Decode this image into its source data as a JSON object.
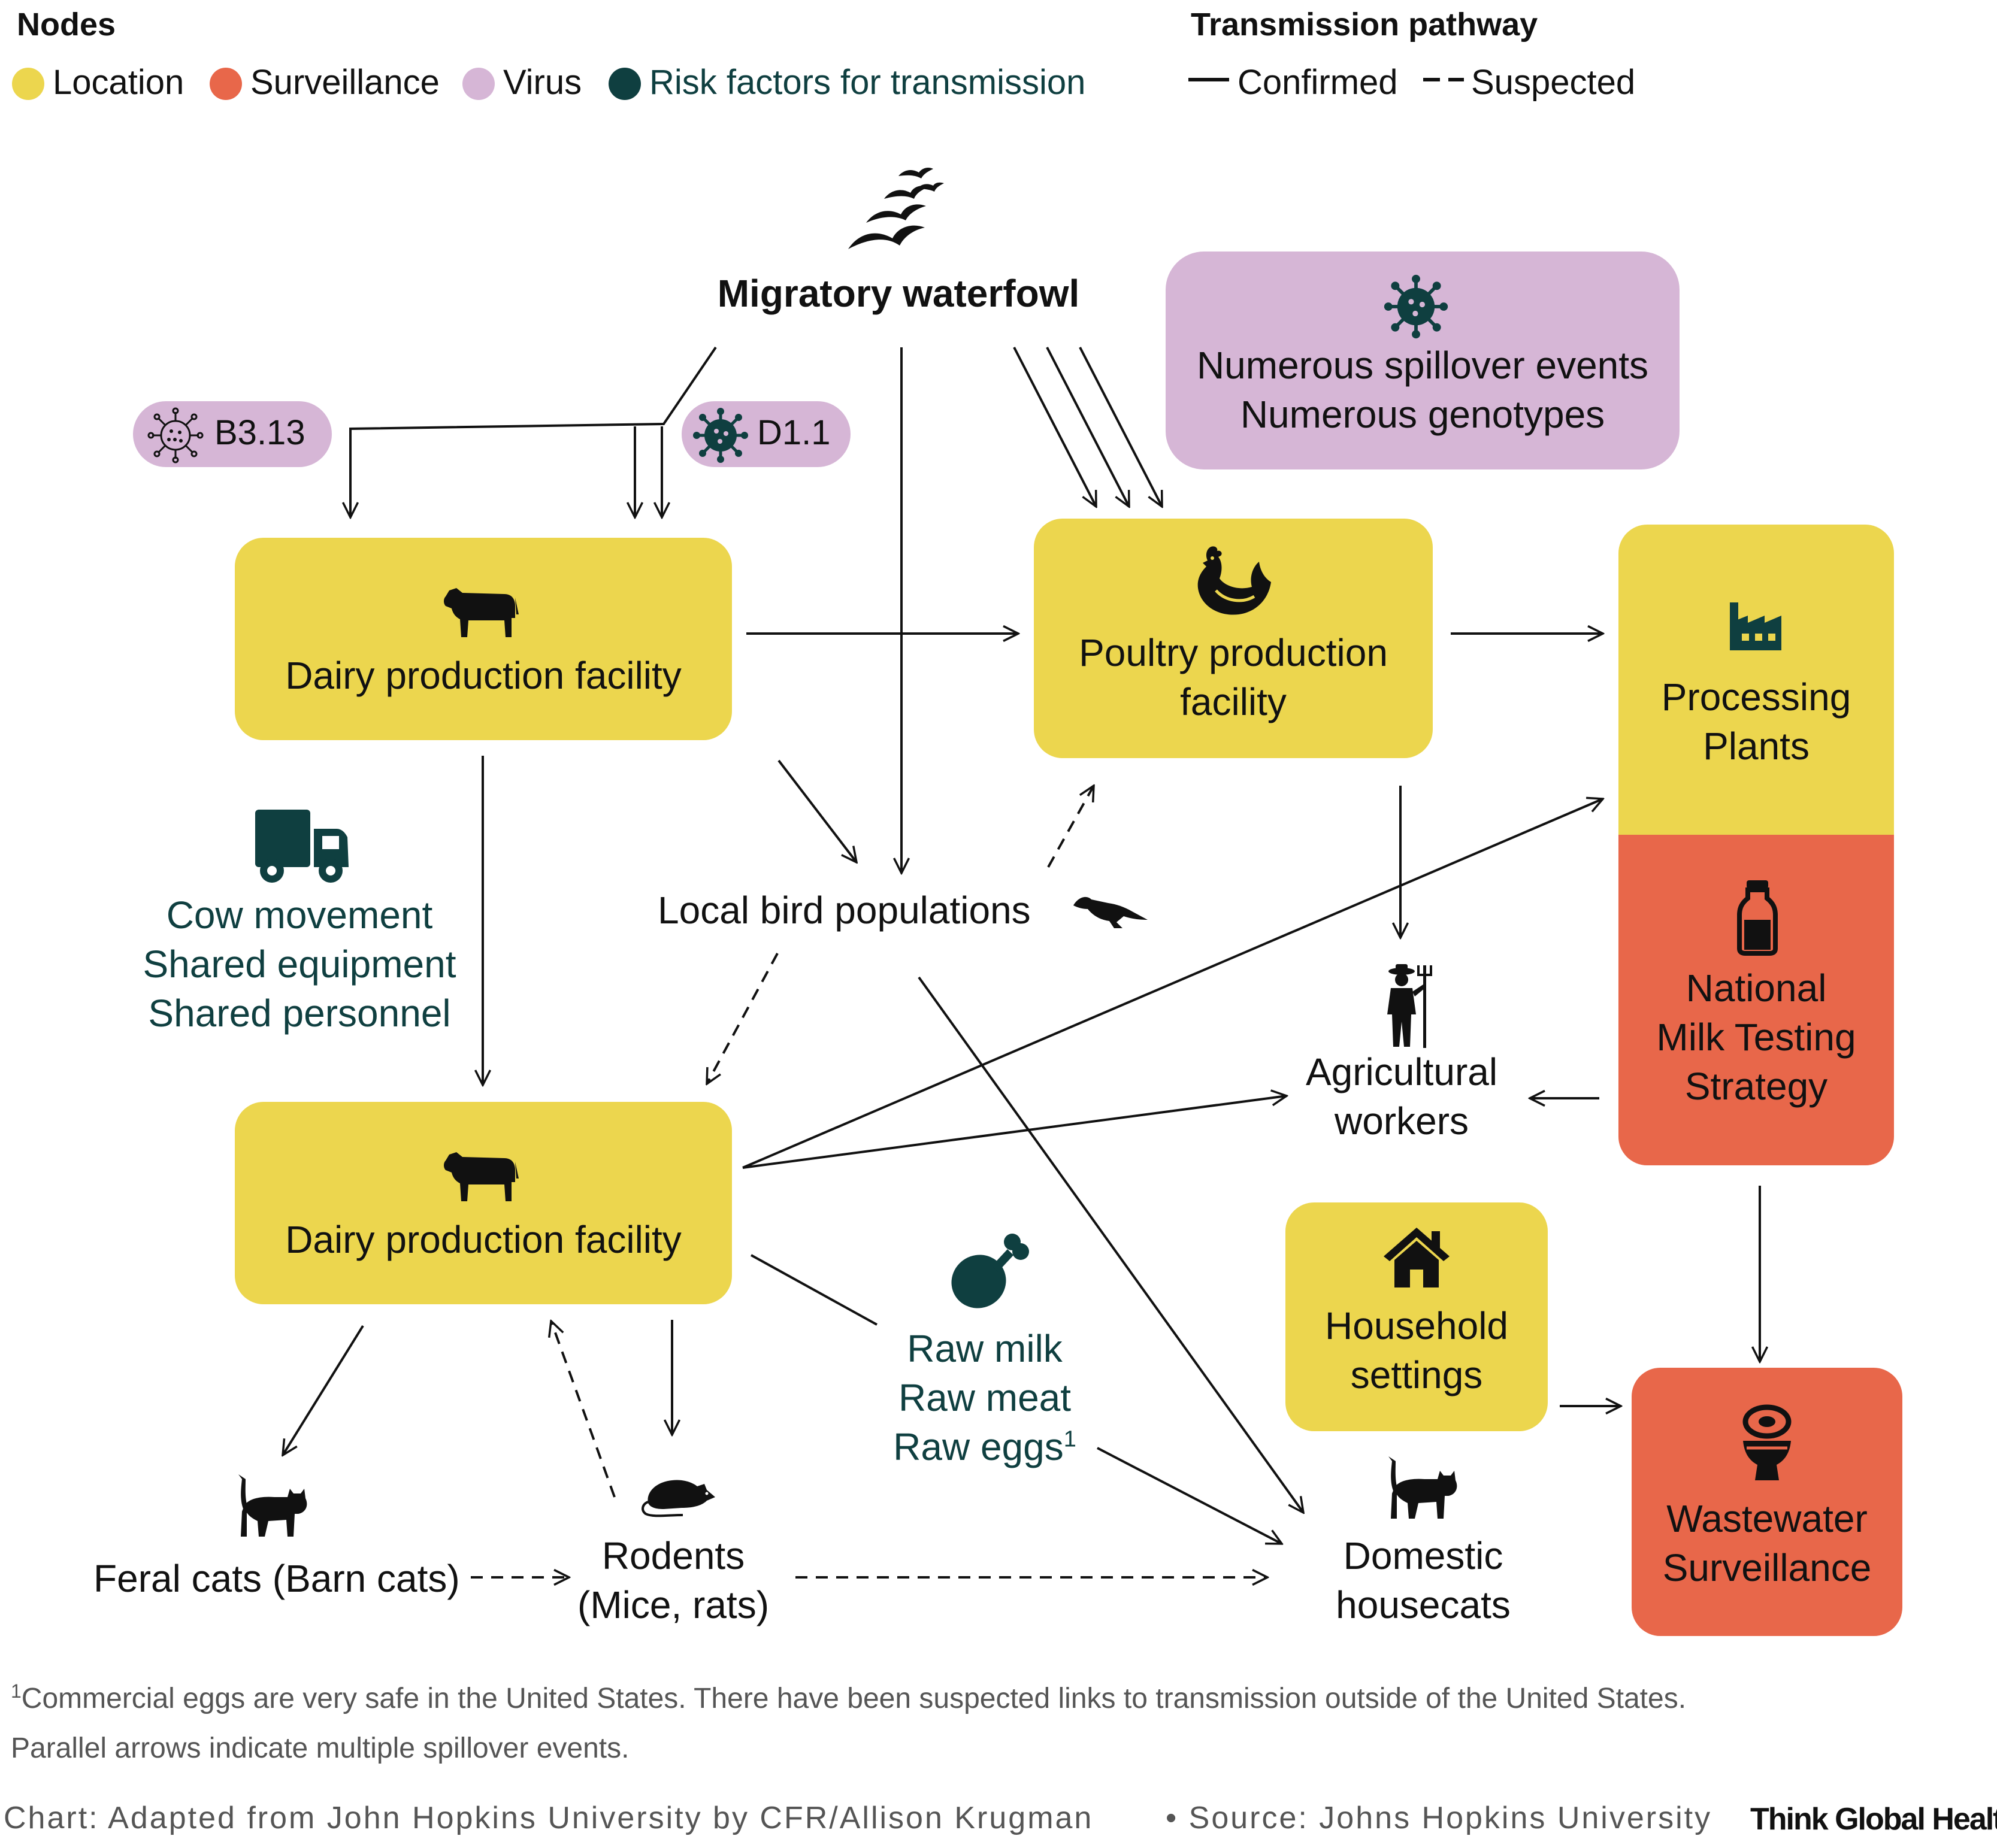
{
  "legend": {
    "nodes_title": "Nodes",
    "nodes": [
      {
        "label": "Location",
        "color": "#ecd64e"
      },
      {
        "label": "Surveillance",
        "color": "#e8674a"
      },
      {
        "label": "Virus",
        "color": "#d6b6d6"
      },
      {
        "label": "Risk factors for transmission",
        "color": "#0f3f40"
      }
    ],
    "pathway_title": "Transmission pathway",
    "pathways": [
      {
        "label": "Confirmed",
        "style": "solid"
      },
      {
        "label": "Suspected",
        "style": "dashed"
      }
    ]
  },
  "nodes": {
    "waterfowl": "Migratory waterfowl",
    "b313": "B3.13",
    "d11": "D1.1",
    "spillover_line1": "Numerous spillover events",
    "spillover_line2": "Numerous genotypes",
    "dairy_top": "Dairy production facility",
    "poultry_line1": "Poultry production",
    "poultry_line2": "facility",
    "processing_line1": "Processing",
    "processing_line2": "Plants",
    "milk_line1": "National",
    "milk_line2": "Milk Testing",
    "milk_line3": "Strategy",
    "local_birds": "Local bird populations",
    "ag_line1": "Agricultural",
    "ag_line2": "workers",
    "dairy_bottom": "Dairy production facility",
    "household_line1": "Household",
    "household_line2": "settings",
    "feral_cats": "Feral cats (Barn cats)",
    "rodents_line1": "Rodents",
    "rodents_line2": "(Mice, rats)",
    "housecats_line1": "Domestic",
    "housecats_line2": "housecats",
    "wastewater_line1": "Wastewater",
    "wastewater_line2": "Surveillance"
  },
  "risk_factors": {
    "movement_line1": "Cow movement",
    "movement_line2": "Shared equipment",
    "movement_line3": "Shared personnel",
    "raw_line1": "Raw milk",
    "raw_line2": "Raw meat",
    "raw_line3": "Raw eggs",
    "raw_note_mark": "1"
  },
  "icons": [
    "birds-icon",
    "virus-icon",
    "cow-icon",
    "chicken-icon",
    "factory-icon",
    "milk-bottle-icon",
    "truck-icon",
    "bird-icon",
    "farmer-icon",
    "chicken-leg-icon",
    "house-icon",
    "cat-icon",
    "rat-icon",
    "toilet-icon"
  ],
  "footnotes": {
    "note1_mark": "1",
    "note1": "Commercial eggs are very safe in the United States. There have been suspected links to transmission outside of the United States.",
    "note2": "Parallel arrows indicate multiple spillover events."
  },
  "credit": {
    "chart": "Chart: Adapted from John Hopkins University by CFR/Allison Krugman",
    "source": "• Source: Johns Hopkins University",
    "brand": "Think Global Health"
  }
}
